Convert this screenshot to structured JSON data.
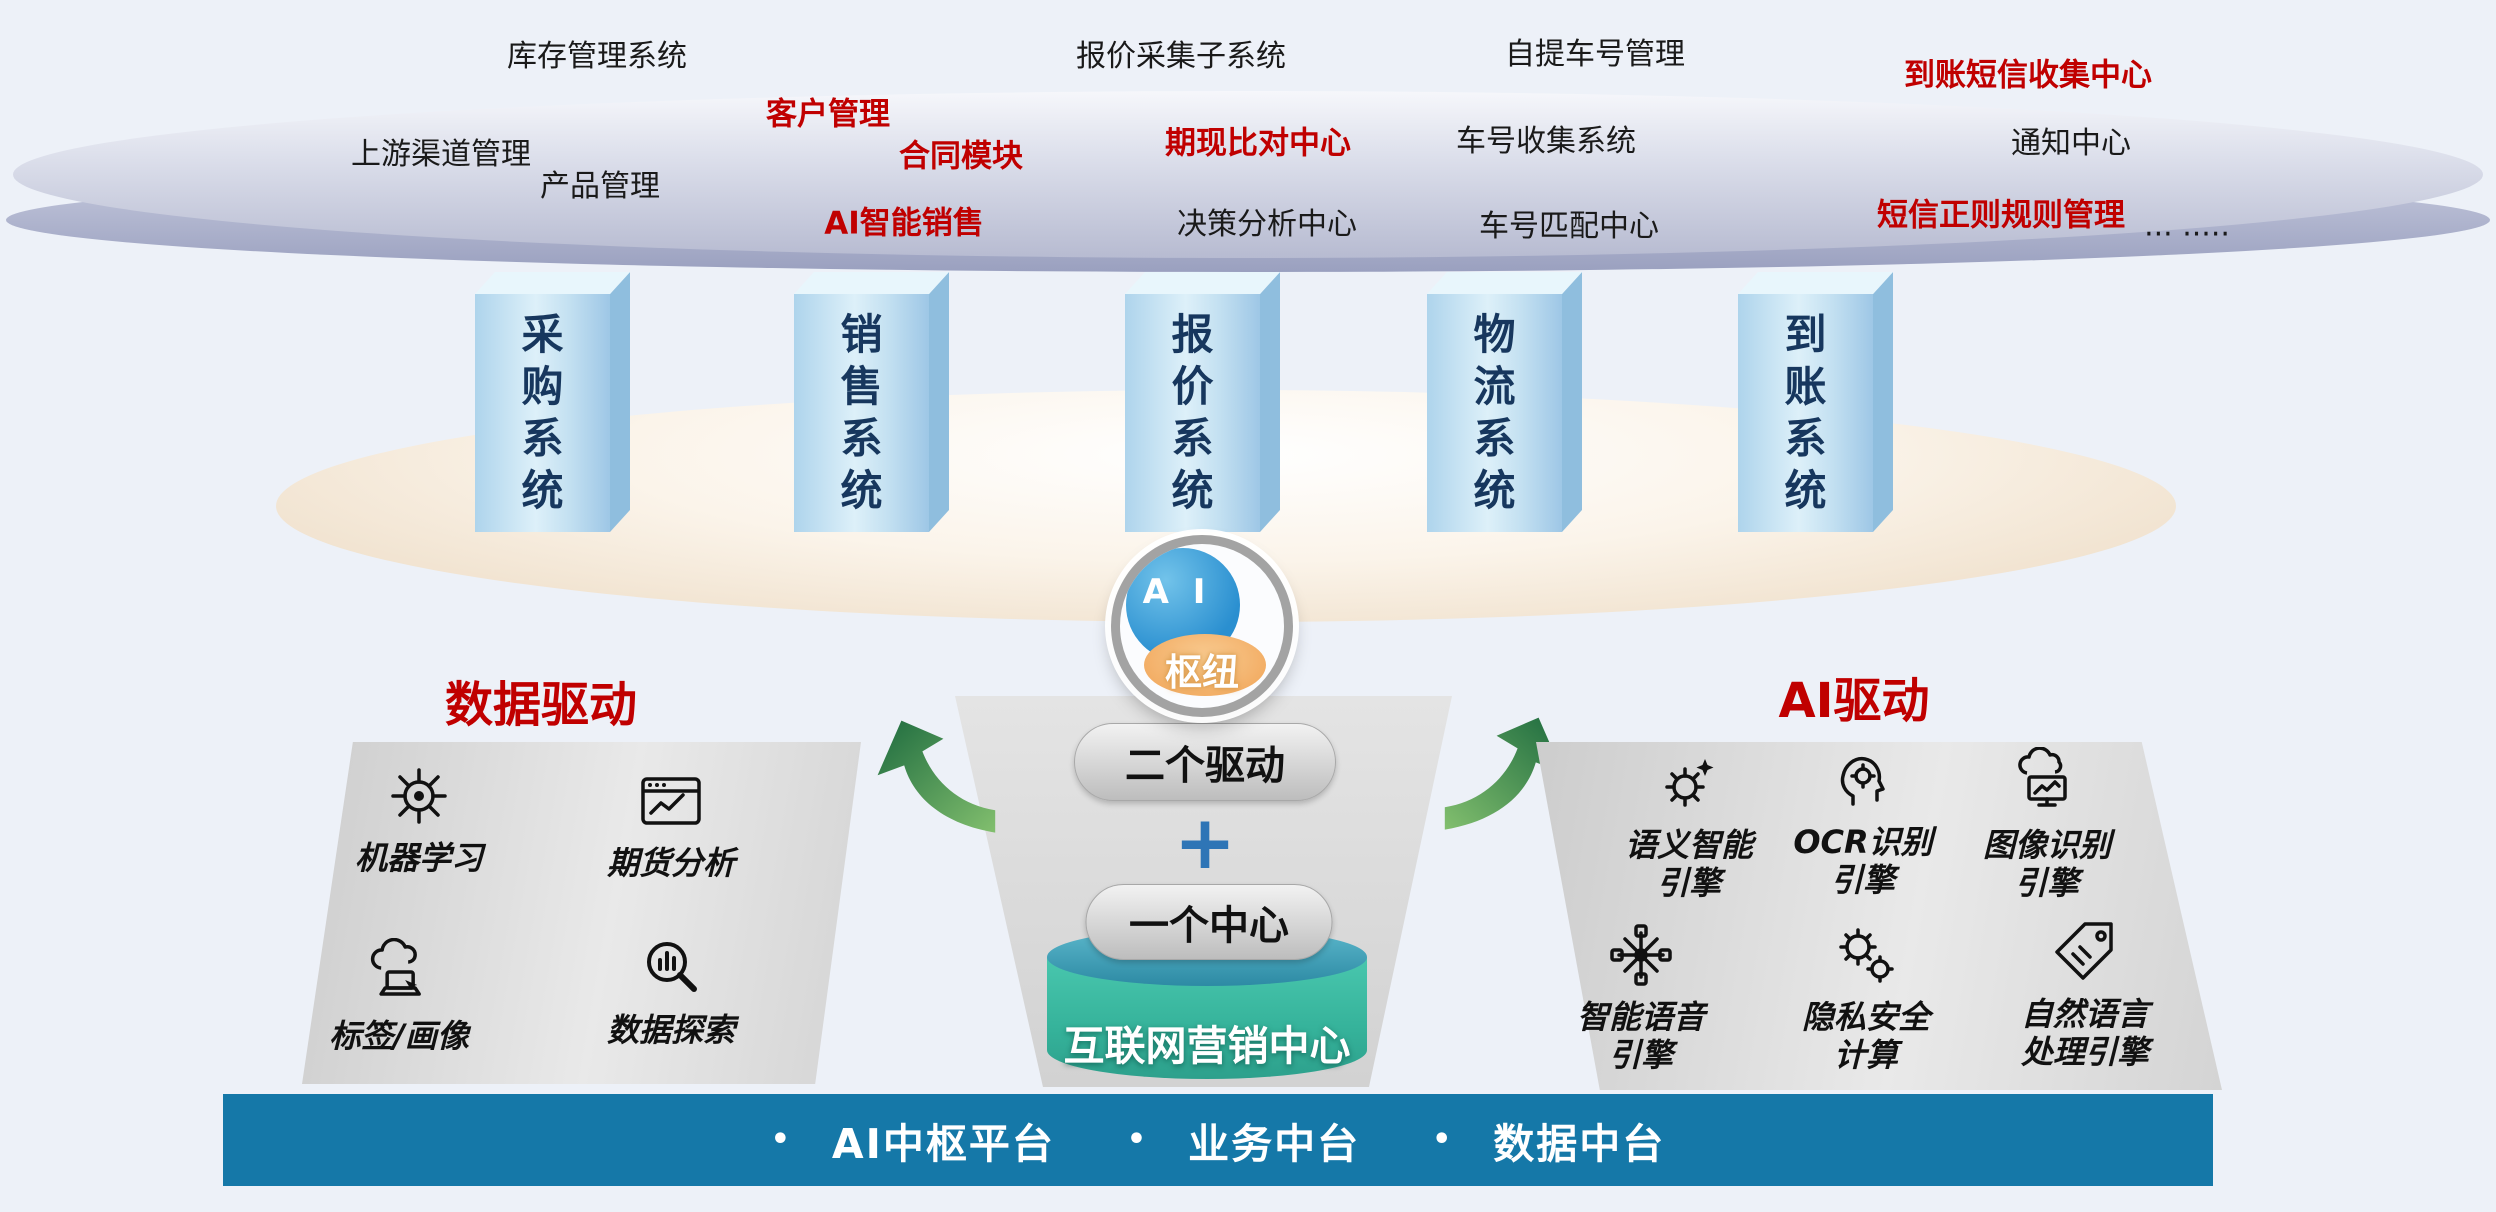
{
  "cloud": {
    "items": [
      {
        "text": "库存管理系统",
        "highlight": false
      },
      {
        "text": "报价采集子系统",
        "highlight": false
      },
      {
        "text": "自提车号管理",
        "highlight": false
      },
      {
        "text": "到账短信收集中心",
        "highlight": true
      },
      {
        "text": "客户管理",
        "highlight": true
      },
      {
        "text": "上游渠道管理",
        "highlight": false
      },
      {
        "text": "合同模块",
        "highlight": true
      },
      {
        "text": "期现比对中心",
        "highlight": true
      },
      {
        "text": "车号收集系统",
        "highlight": false
      },
      {
        "text": "通知中心",
        "highlight": false
      },
      {
        "text": "产品管理",
        "highlight": false
      },
      {
        "text": "AI智能销售",
        "highlight": true
      },
      {
        "text": "决策分析中心",
        "highlight": false
      },
      {
        "text": "车号匹配中心",
        "highlight": false
      },
      {
        "text": "短信正则规则管理",
        "highlight": true
      },
      {
        "text": "... .....",
        "highlight": false
      }
    ]
  },
  "pillars": {
    "items": [
      "采购系统",
      "销售系统",
      "报价系统",
      "物流系统",
      "到账系统"
    ]
  },
  "hub": {
    "top": "A I",
    "bottom": "枢纽"
  },
  "funnel": {
    "pill_top": "二个驱动",
    "plus": "+",
    "pill_bottom": "一个中心"
  },
  "marketing_center": {
    "label": "互联网营销中心"
  },
  "data_panel": {
    "title": "数据驱动",
    "items": [
      {
        "label": "机器学习",
        "icon": "gear-network-icon"
      },
      {
        "label": "期货分析",
        "icon": "browser-chart-icon"
      },
      {
        "label": "标签/画像",
        "icon": "cloud-laptop-icon"
      },
      {
        "label": "数据探索",
        "icon": "chart-magnifier-icon"
      }
    ]
  },
  "ai_panel": {
    "title": "AI驱动",
    "items": [
      {
        "label": "语义智能引擎",
        "icon": "gear-sparkle-icon"
      },
      {
        "label": "OCR识别引擎",
        "icon": "head-gear-icon"
      },
      {
        "label": "图像识别引擎",
        "icon": "cloud-screen-icon"
      },
      {
        "label": "智能语音引擎",
        "icon": "network-nodes-icon"
      },
      {
        "label": "隐私安全计算",
        "icon": "double-gear-icon"
      },
      {
        "label": "自然语言处理引擎",
        "icon": "tag-icon"
      }
    ]
  },
  "bottom_bar": {
    "bullet": "•",
    "items": [
      "AI中枢平台",
      "业务中台",
      "数据中台"
    ]
  },
  "colors": {
    "accent_red": "#C00000",
    "bar_teal": "#1578A8",
    "plus_blue": "#2E75B6",
    "hub_blue": "#2A8FD0",
    "hub_orange": "#F2AB61",
    "arrow_green": "#27734A",
    "pillar_text": "#17375E"
  }
}
